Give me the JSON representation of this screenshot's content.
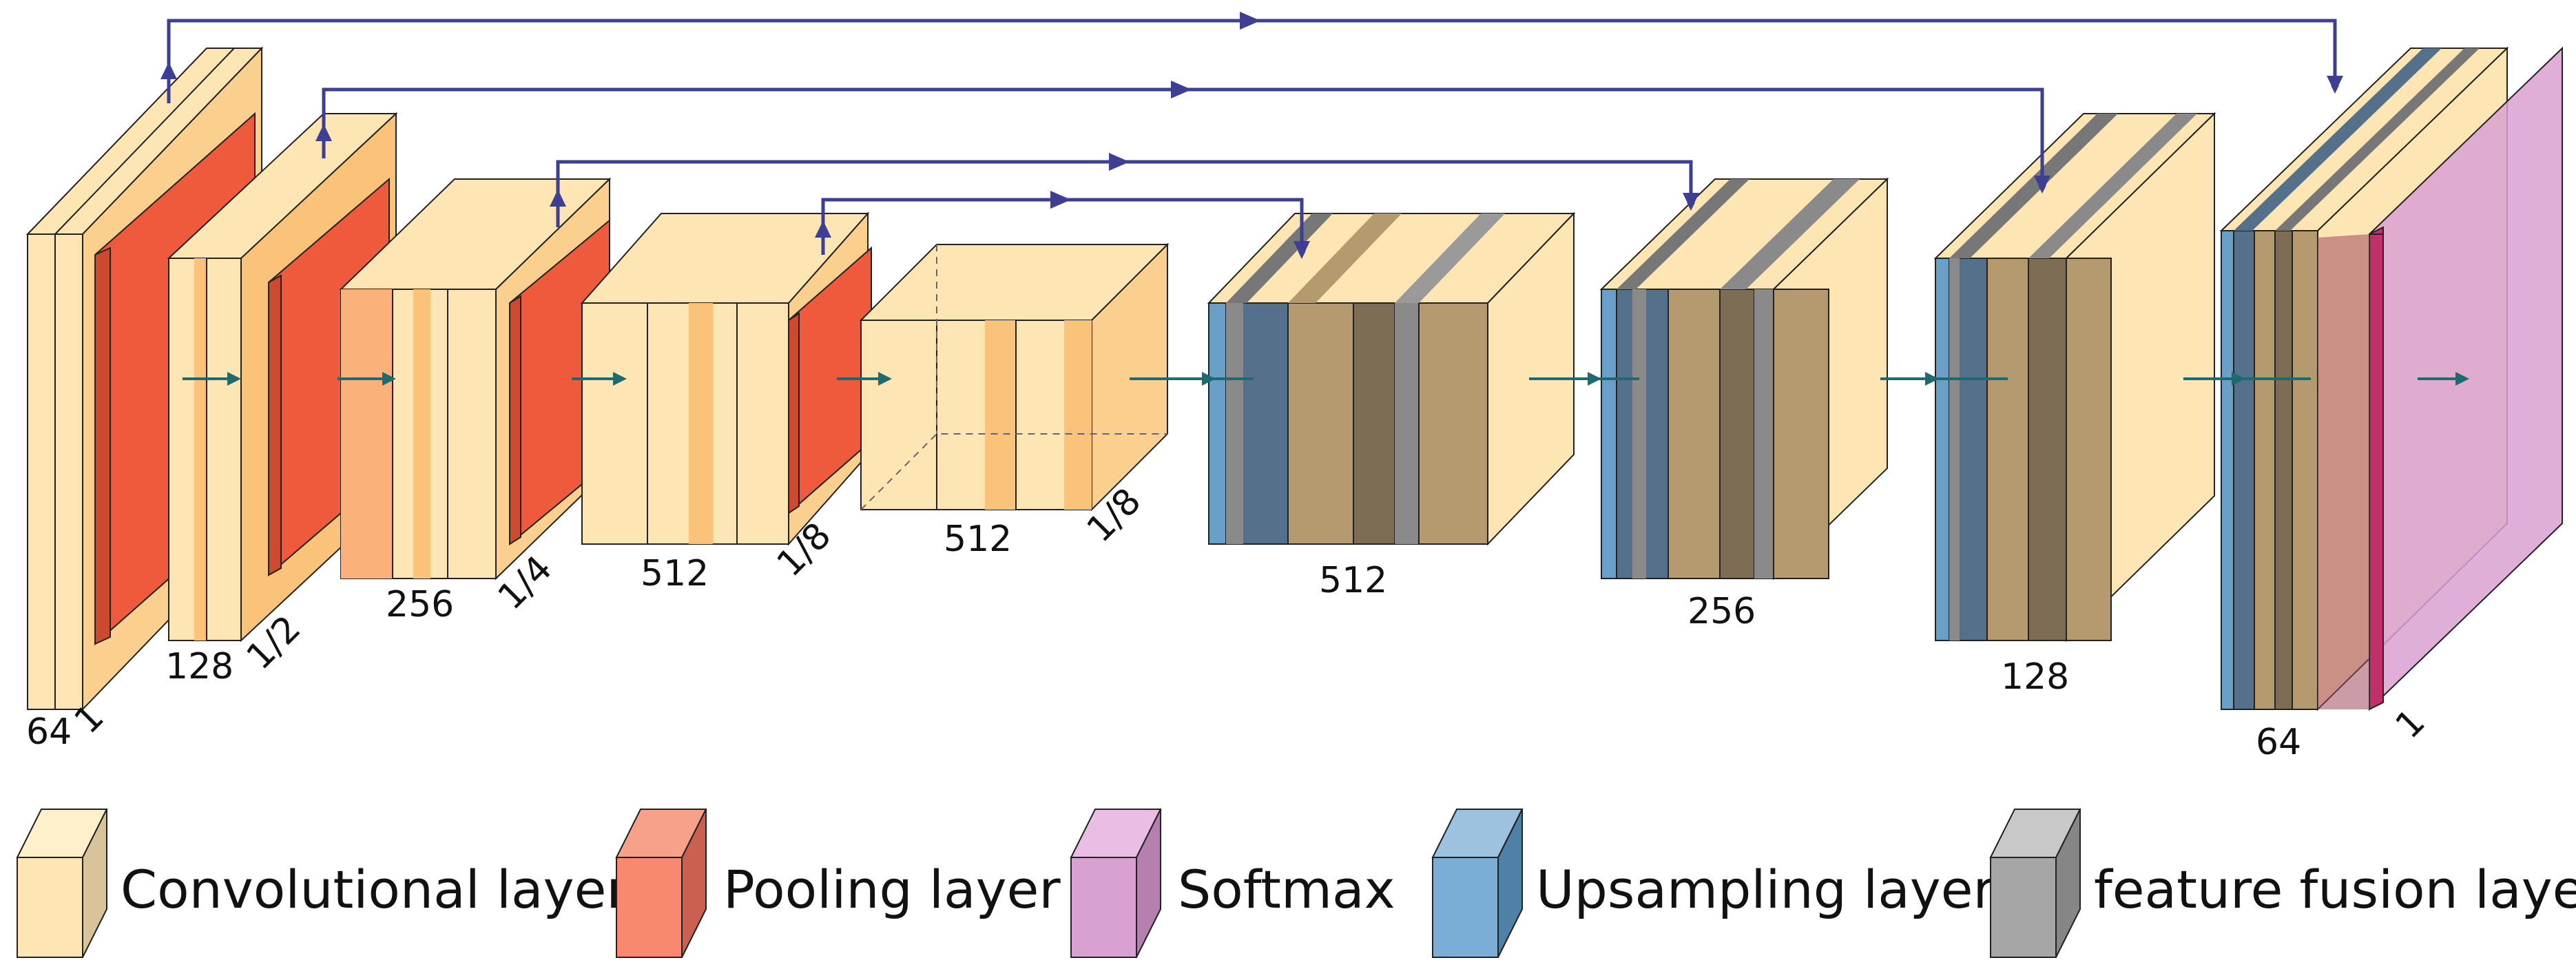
{
  "colors": {
    "conv": "#fde6b4",
    "conv_side": "#d9c49a",
    "conv_stripe": "#fbc27a",
    "pool": "#f05a3c",
    "pool_side": "#cc4a30",
    "softmax": "#d9a0d2",
    "softmax_side": "#b57fae",
    "upsample": "#6aa0c8",
    "upsample_side": "#4f80a6",
    "fusion": "#a6a6a6",
    "fusion_side": "#868686",
    "skip_arrow": "#3d3f93",
    "flow_arrow": "#1e6a70"
  },
  "encoder": {
    "labels": [
      {
        "channels": "64",
        "scale": "1"
      },
      {
        "channels": "128",
        "scale": "1/2"
      },
      {
        "channels": "256",
        "scale": "1/4"
      },
      {
        "channels": "512",
        "scale": "1/8"
      },
      {
        "channels": "512",
        "scale": "1/8"
      }
    ]
  },
  "decoder": {
    "labels": [
      "512",
      "256",
      "128",
      "64"
    ],
    "output_scale": "1"
  },
  "legend": {
    "items": [
      {
        "key": "conv",
        "label": "Convolutional layer"
      },
      {
        "key": "pool",
        "label": "Pooling layer"
      },
      {
        "key": "softmax",
        "label": "Softmax"
      },
      {
        "key": "upsample",
        "label": "Upsampling layer"
      },
      {
        "key": "fusion",
        "label": "feature fusion layer"
      }
    ]
  }
}
